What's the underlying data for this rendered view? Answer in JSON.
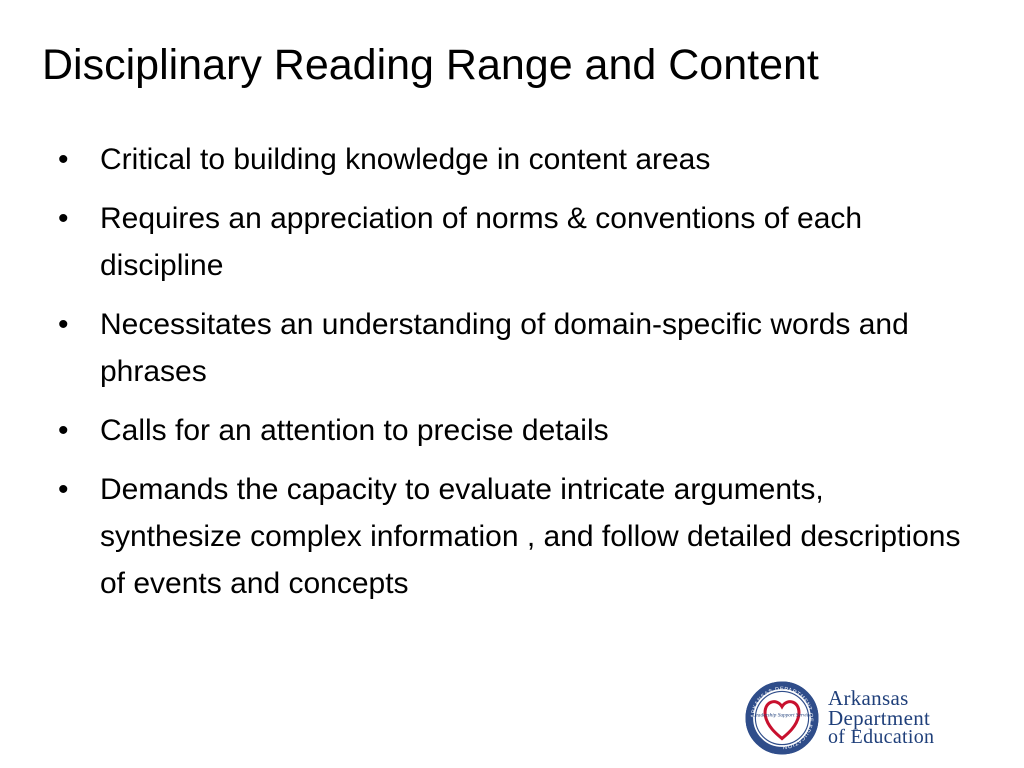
{
  "slide": {
    "title": "Disciplinary Reading Range and Content",
    "bullets": [
      "Critical to building knowledge in content areas",
      "Requires an appreciation of norms & conventions of each discipline",
      "Necessitates an understanding of domain-specific words and phrases",
      "Calls for an attention to precise details",
      "Demands the capacity to evaluate intricate arguments, synthesize complex information , and follow detailed descriptions of events and concepts"
    ]
  },
  "logo": {
    "seal_outer_text": "ARKANSAS DEPARTMENT OF EDUCATION",
    "seal_inner_text": "Leadership Support Service",
    "line1": "Arkansas",
    "line2": "Department",
    "line3": "of Education",
    "colors": {
      "navy": "#1f3f7a",
      "red": "#c8102e",
      "seal_ring": "#2f4d8a"
    }
  }
}
